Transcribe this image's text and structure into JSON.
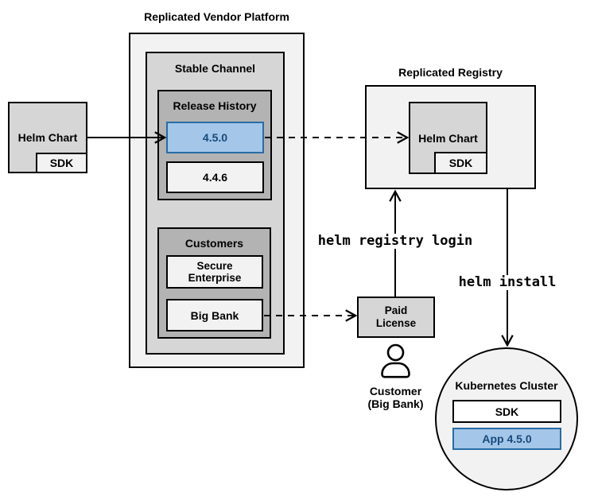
{
  "colors": {
    "background": "#ffffff",
    "container_fill": "#f2f2f2",
    "box_fill": "#d6d6d6",
    "group_fill": "#b3b3b3",
    "highlight_fill": "#a4c6e9",
    "highlight_border": "#286ca6",
    "highlight_text": "#174a7a",
    "border": "#000000"
  },
  "source_chart": {
    "label": "Helm Chart",
    "sdk_label": "SDK"
  },
  "vendor_platform": {
    "title": "Replicated Vendor Platform",
    "stable_channel": {
      "label": "Stable Channel",
      "release_history": {
        "label": "Release History",
        "versions": [
          "4.5.0",
          "4.4.6"
        ],
        "highlighted_version": "4.5.0"
      },
      "customers": {
        "label": "Customers",
        "items": [
          "Secure Enterprise",
          "Big Bank"
        ]
      }
    }
  },
  "registry": {
    "title": "Replicated Registry",
    "helm_chart": {
      "label": "Helm Chart",
      "sdk_label": "SDK"
    }
  },
  "paid_license": {
    "label": "Paid License"
  },
  "customer": {
    "label": "Customer (Big Bank)"
  },
  "kubernetes_cluster": {
    "title": "Kubernetes Cluster",
    "sdk_label": "SDK",
    "app_label": "App 4.5.0"
  },
  "commands": {
    "registry_login": "helm registry login",
    "install": "helm install"
  }
}
